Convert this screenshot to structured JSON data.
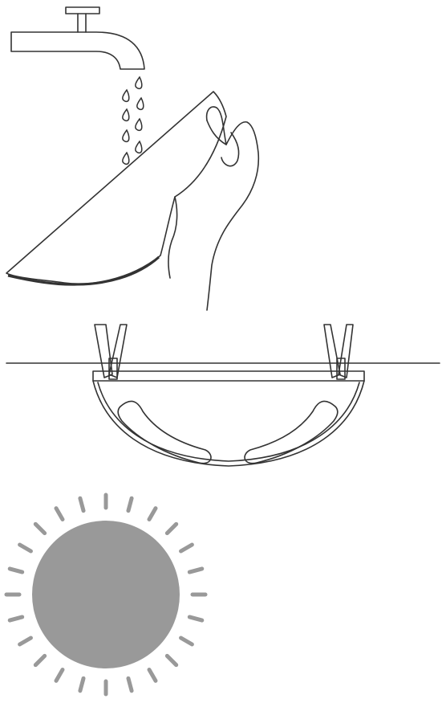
{
  "illustration": {
    "steps": [
      {
        "name": "wash-mop-cloth-under-tap"
      },
      {
        "name": "hang-mop-cloth-on-line"
      },
      {
        "name": "dry-in-sun"
      }
    ],
    "colors": {
      "line": "#333333",
      "sun": "#999999",
      "sun_rays": "#999999",
      "background": "#ffffff"
    },
    "icons": [
      "faucet-icon",
      "water-drop-icon",
      "hand-icon",
      "cloth-icon",
      "clothes-pin-icon",
      "mop-holder-icon",
      "sun-icon"
    ]
  }
}
